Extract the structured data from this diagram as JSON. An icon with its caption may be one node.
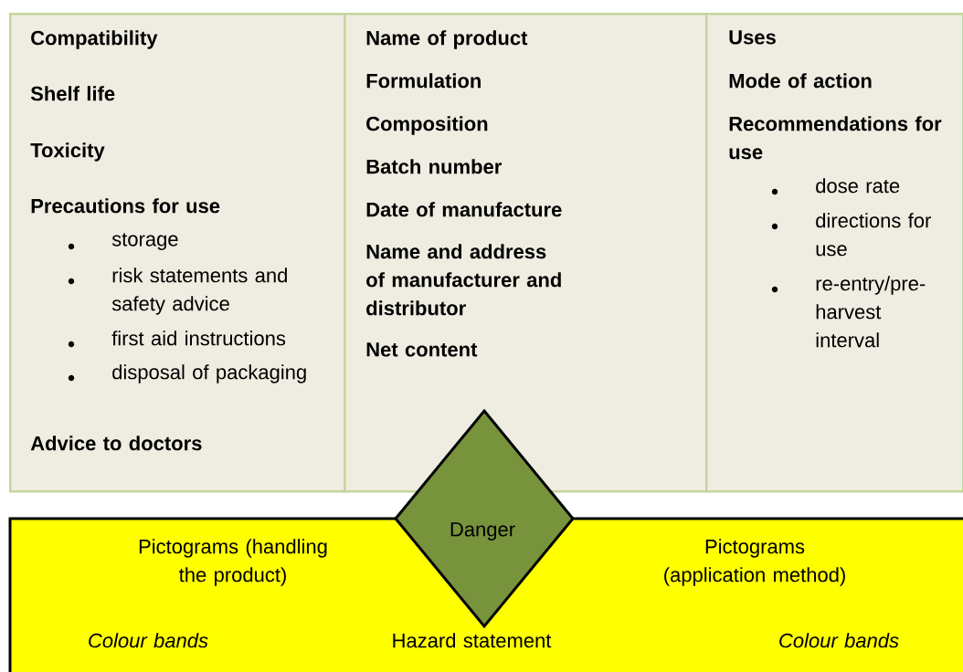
{
  "diagram": {
    "nodes": [
      {
        "text": [
          "Compatibility",
          "Shelf life",
          "Toxicity",
          "Precautions for use",
          "storage",
          "risk statements and safety advice",
          "first aid instructions",
          "disposal of packaging",
          "Advice to doctors"
        ]
      },
      {
        "text": [
          "Name of product",
          "Formulation",
          "Composition",
          "Batch number",
          "Date of manufacture",
          "Name and address of manufacturer and distributor",
          "Net content"
        ]
      },
      {
        "text": [
          "Uses",
          "Mode of action",
          "Recommendations for use",
          "dose rate",
          "directions for use",
          "re-entry/pre-harvest interval"
        ]
      },
      {
        "text": [
          "Pictograms (handling the product)",
          "Pictograms (application method)",
          "Colour bands",
          "Hazard statement",
          "Colour bands"
        ]
      },
      {
        "text": [
          "Danger"
        ]
      }
    ]
  }
}
